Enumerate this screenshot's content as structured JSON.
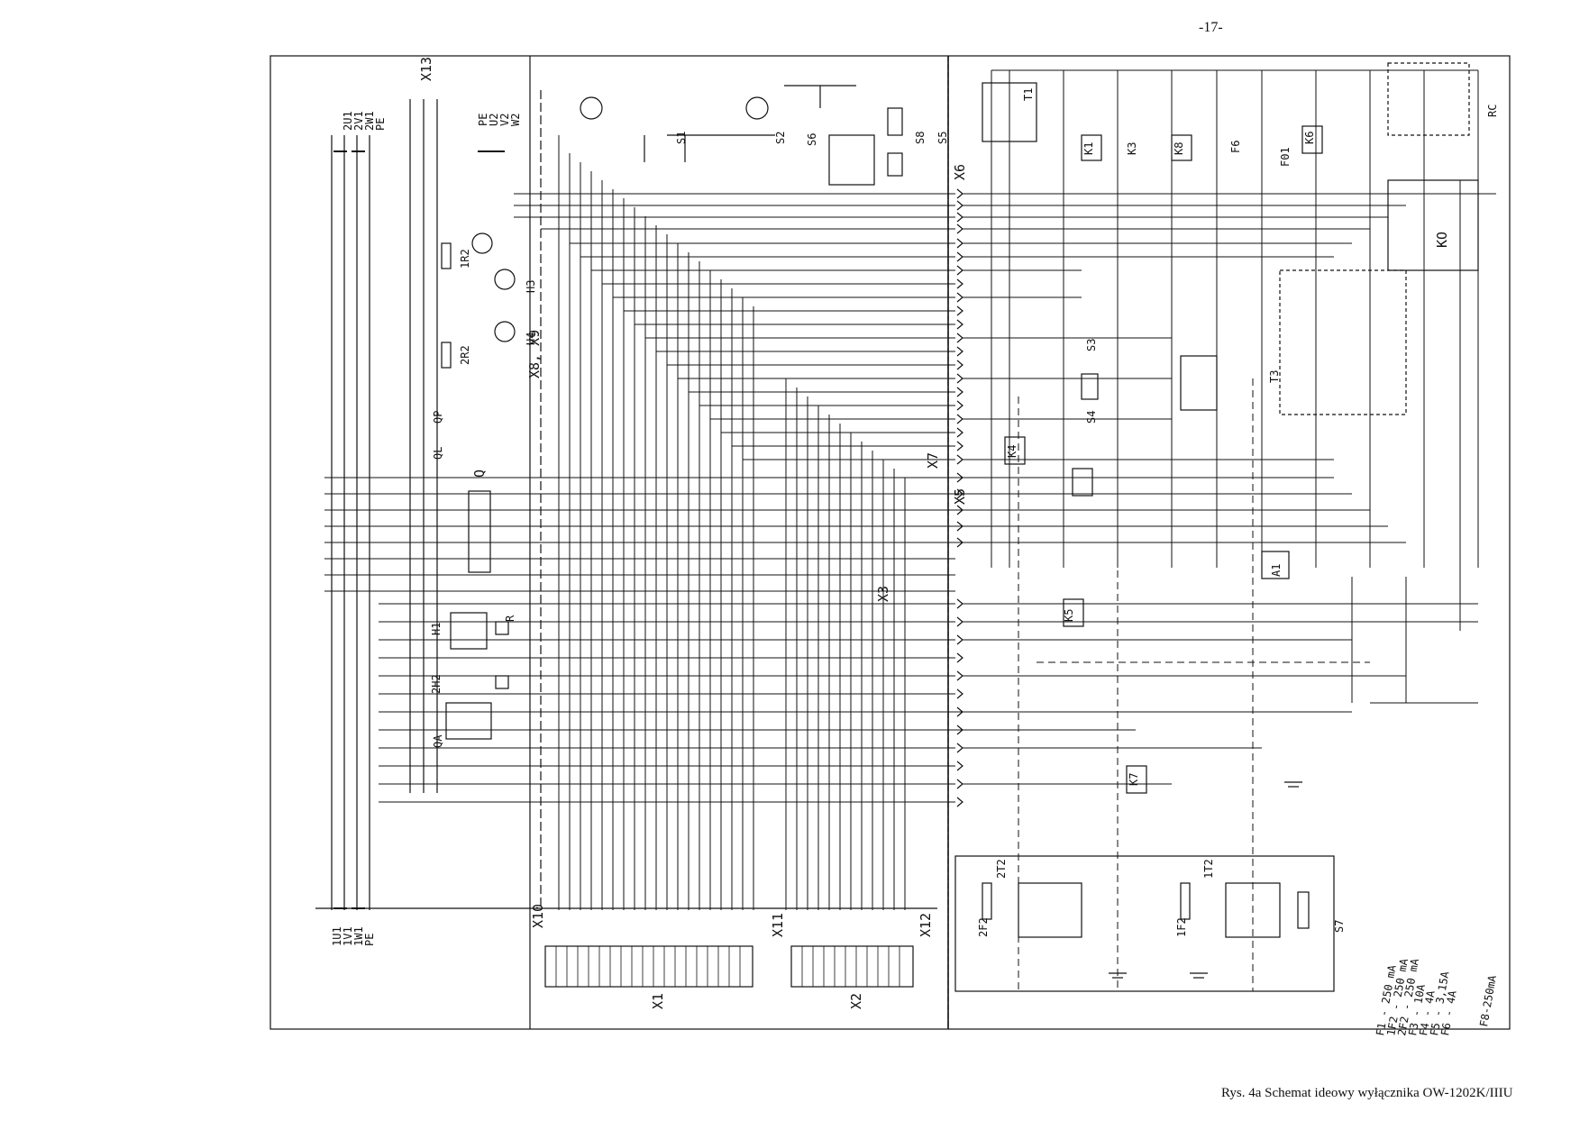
{
  "page_number": "-17-",
  "caption": "Rys. 4a Schemat ideowy wyłącznika OW-1202K/IIIU",
  "schematic": {
    "terminal_block_labels": [
      "X1",
      "X2",
      "X3",
      "X5",
      "X6",
      "X7",
      "X8, X9",
      "X10",
      "X11",
      "X12",
      "X13"
    ],
    "component_labels": [
      "K1",
      "K3",
      "K4",
      "K5",
      "K6",
      "K7",
      "K8",
      "KO",
      "QP",
      "QL",
      "QA",
      "Q",
      "S1",
      "S2",
      "S3",
      "S4",
      "S5",
      "S6",
      "S7",
      "S8",
      "T1",
      "T3",
      "F01",
      "F6",
      "R",
      "H1",
      "H3",
      "H4",
      "1R2",
      "2R2",
      "2H2",
      "1T2",
      "2T2",
      "2F2",
      "1F2",
      "A1",
      "RC"
    ],
    "supply_labels_top": [
      "2U1",
      "2V1",
      "2W1",
      "PE"
    ],
    "supply_labels_top_right": [
      "PE",
      "U2",
      "V2",
      "W2"
    ],
    "supply_labels_bottom": [
      "1U1",
      "1V1",
      "1W1",
      "PE"
    ],
    "fuse_ratings": [
      "F1 - 250 mA",
      "1F2 - 250 mA",
      "2F2 - 250 mA",
      "F3 - 10A",
      "F4 - 4A",
      "F5 - 3,15A",
      "F6 - 4A"
    ],
    "fuse_note": "F8-250mA"
  }
}
